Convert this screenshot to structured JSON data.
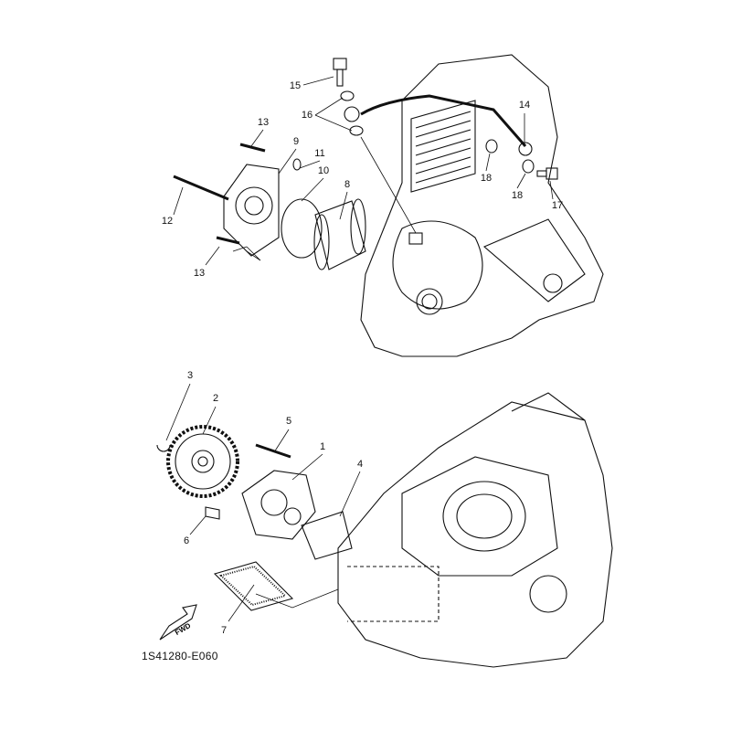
{
  "diagram": {
    "part_code": "1S41280-E060",
    "direction_marker": "FWD",
    "callouts": [
      {
        "id": "c15",
        "label": "15"
      },
      {
        "id": "c16",
        "label": "16"
      },
      {
        "id": "c14",
        "label": "14"
      },
      {
        "id": "c13a",
        "label": "13"
      },
      {
        "id": "c9",
        "label": "9"
      },
      {
        "id": "c11",
        "label": "11"
      },
      {
        "id": "c10",
        "label": "10"
      },
      {
        "id": "c8",
        "label": "8"
      },
      {
        "id": "c12",
        "label": "12"
      },
      {
        "id": "c13b",
        "label": "13"
      },
      {
        "id": "c18a",
        "label": "18"
      },
      {
        "id": "c18b",
        "label": "18"
      },
      {
        "id": "c17",
        "label": "17"
      },
      {
        "id": "c3",
        "label": "3"
      },
      {
        "id": "c2",
        "label": "2"
      },
      {
        "id": "c5",
        "label": "5"
      },
      {
        "id": "c1",
        "label": "1"
      },
      {
        "id": "c4",
        "label": "4"
      },
      {
        "id": "c6",
        "label": "6"
      },
      {
        "id": "c7",
        "label": "7"
      }
    ]
  }
}
